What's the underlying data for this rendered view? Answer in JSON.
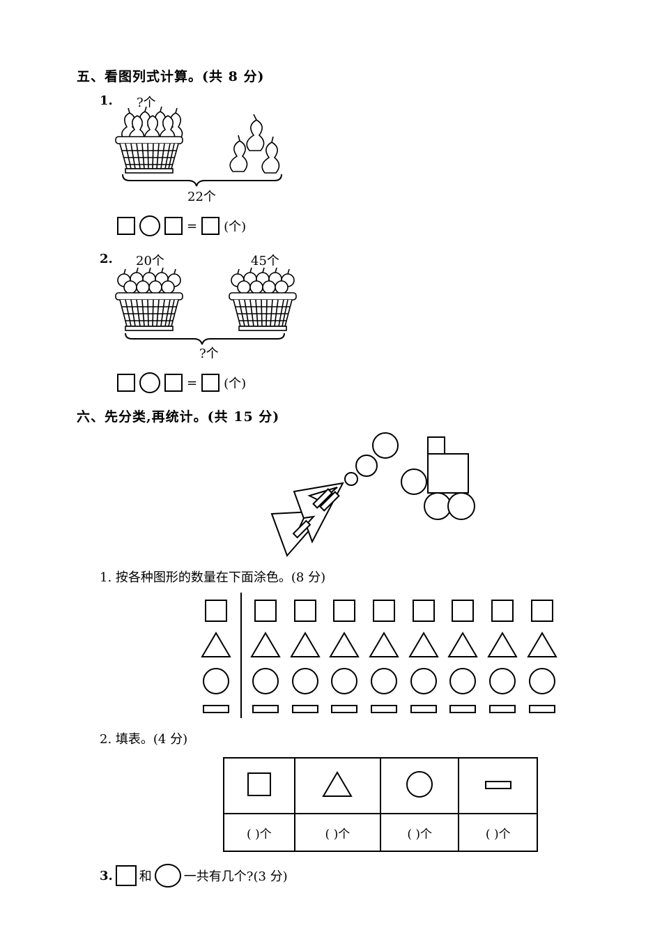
{
  "section5": {
    "title": "五、看图列式计算。(共 8 分)",
    "q1": {
      "num": "1.",
      "top_label": "?个",
      "brace_label": "22个",
      "operator_sign": "=",
      "unit": "(个)"
    },
    "q2": {
      "num": "2.",
      "left_label": "20个",
      "right_label": "45个",
      "brace_label": "?个",
      "operator_sign": "=",
      "unit": "(个)"
    }
  },
  "section6": {
    "title": "六、先分类,再统计。(共 15 分)",
    "q1": {
      "text": "1. 按各种图形的数量在下面涂色。(8 分)"
    },
    "q2": {
      "text": "2. 填表。(4 分)",
      "cells": [
        "(      )个",
        "(      )个",
        "(      )个",
        "(      )个"
      ]
    },
    "q3": {
      "num": "3.",
      "and_word": "和",
      "text": "一共有几个?(3 分)"
    }
  }
}
